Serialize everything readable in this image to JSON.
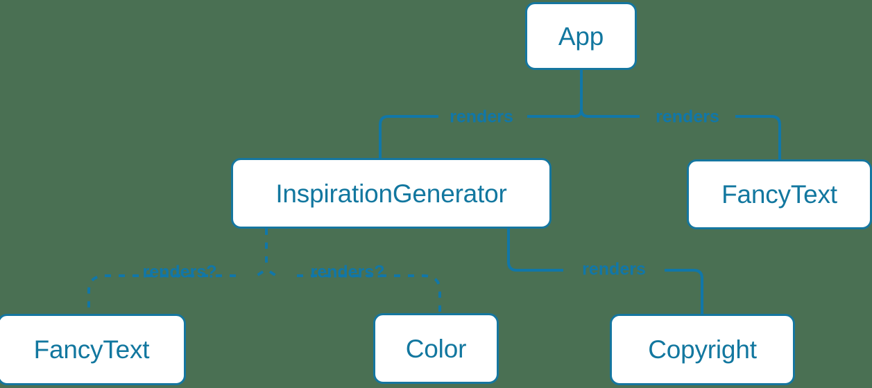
{
  "diagram": {
    "type": "component-tree",
    "background_color": "#4a7053",
    "node_fill": "#ffffff",
    "node_stroke": "#15769f",
    "text_color": "#12779f",
    "edge_color": "#1177a8",
    "nodes": [
      {
        "id": "app",
        "label": "App"
      },
      {
        "id": "inspiration_generator",
        "label": "InspirationGenerator"
      },
      {
        "id": "fancytext_right",
        "label": "FancyText"
      },
      {
        "id": "fancytext_left",
        "label": "FancyText"
      },
      {
        "id": "color",
        "label": "Color"
      },
      {
        "id": "copyright",
        "label": "Copyright"
      }
    ],
    "edges": [
      {
        "from": "app",
        "to": "inspiration_generator",
        "label": "renders",
        "style": "solid"
      },
      {
        "from": "app",
        "to": "fancytext_right",
        "label": "renders",
        "style": "solid"
      },
      {
        "from": "inspiration_generator",
        "to": "fancytext_left",
        "label": "renders?",
        "style": "dashed"
      },
      {
        "from": "inspiration_generator",
        "to": "color",
        "label": "renders?",
        "style": "dashed"
      },
      {
        "from": "inspiration_generator",
        "to": "copyright",
        "label": "renders",
        "style": "solid"
      }
    ]
  }
}
